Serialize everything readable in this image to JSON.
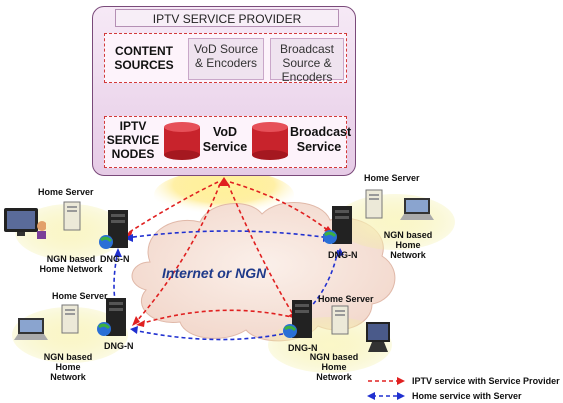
{
  "provider": {
    "title": "IPTV SERVICE PROVIDER",
    "content_sources_label": "CONTENT SOURCES",
    "vod_source_label": "VoD Source & Encoders",
    "broadcast_source_label": "Broadcast Source & Encoders",
    "service_nodes_label": "IPTV SERVICE NODES",
    "vod_service_label": "VoD Service",
    "broadcast_service_label": "Broadcast Service"
  },
  "network": {
    "cloud_label": "Internet or NGN"
  },
  "nodes": [
    {
      "server_label": "Home Server",
      "dng_label": "DNG-N",
      "home_label_1": "NGN based",
      "home_label_2": "Home Network"
    },
    {
      "server_label": "Home Server",
      "dng_label": "DNG-N",
      "home_label_1": "NGN based",
      "home_label_2": "Home Network"
    },
    {
      "server_label": "Home Server",
      "dng_label": "DNG-N",
      "home_label_1": "NGN based",
      "home_label_2": "Home Network"
    },
    {
      "server_label": "Home Server",
      "dng_label": "DNG-N",
      "home_label_1": "NGN based",
      "home_label_2": "Home Network"
    }
  ],
  "legend": {
    "iptv_label": "IPTV service with Service Provider",
    "home_label": "Home service with Server",
    "iptv_color": "#e02020",
    "home_color": "#2030d0"
  }
}
